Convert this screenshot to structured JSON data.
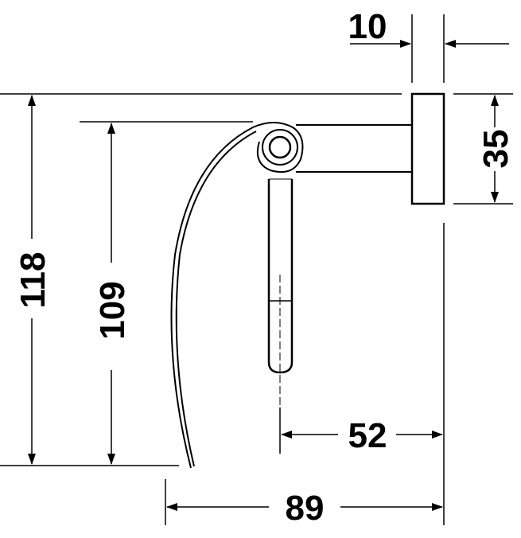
{
  "drawing": {
    "type": "technical-dimension-drawing",
    "subject": "toilet paper holder side view",
    "dimensions": {
      "width_wall_plate": "10",
      "height_wall_plate": "35",
      "overall_height": "118",
      "cover_height": "109",
      "axis_to_wall": "52",
      "overall_depth": "89"
    },
    "line_color": "#000000",
    "background": "#ffffff"
  }
}
